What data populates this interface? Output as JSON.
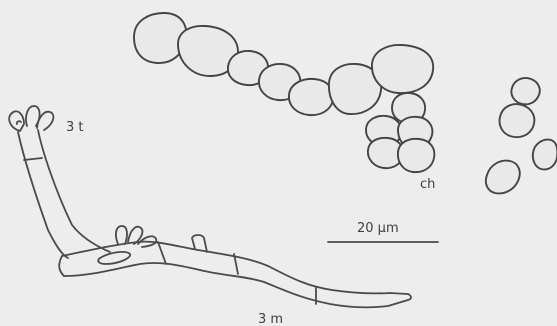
{
  "labels": {
    "hypha_tip": "3 t",
    "chlamydospores": "ch",
    "scale_bar": "20 μm",
    "hypha_main": "3 m"
  },
  "colors": {
    "background": "#ededed",
    "ink": "#444444"
  }
}
